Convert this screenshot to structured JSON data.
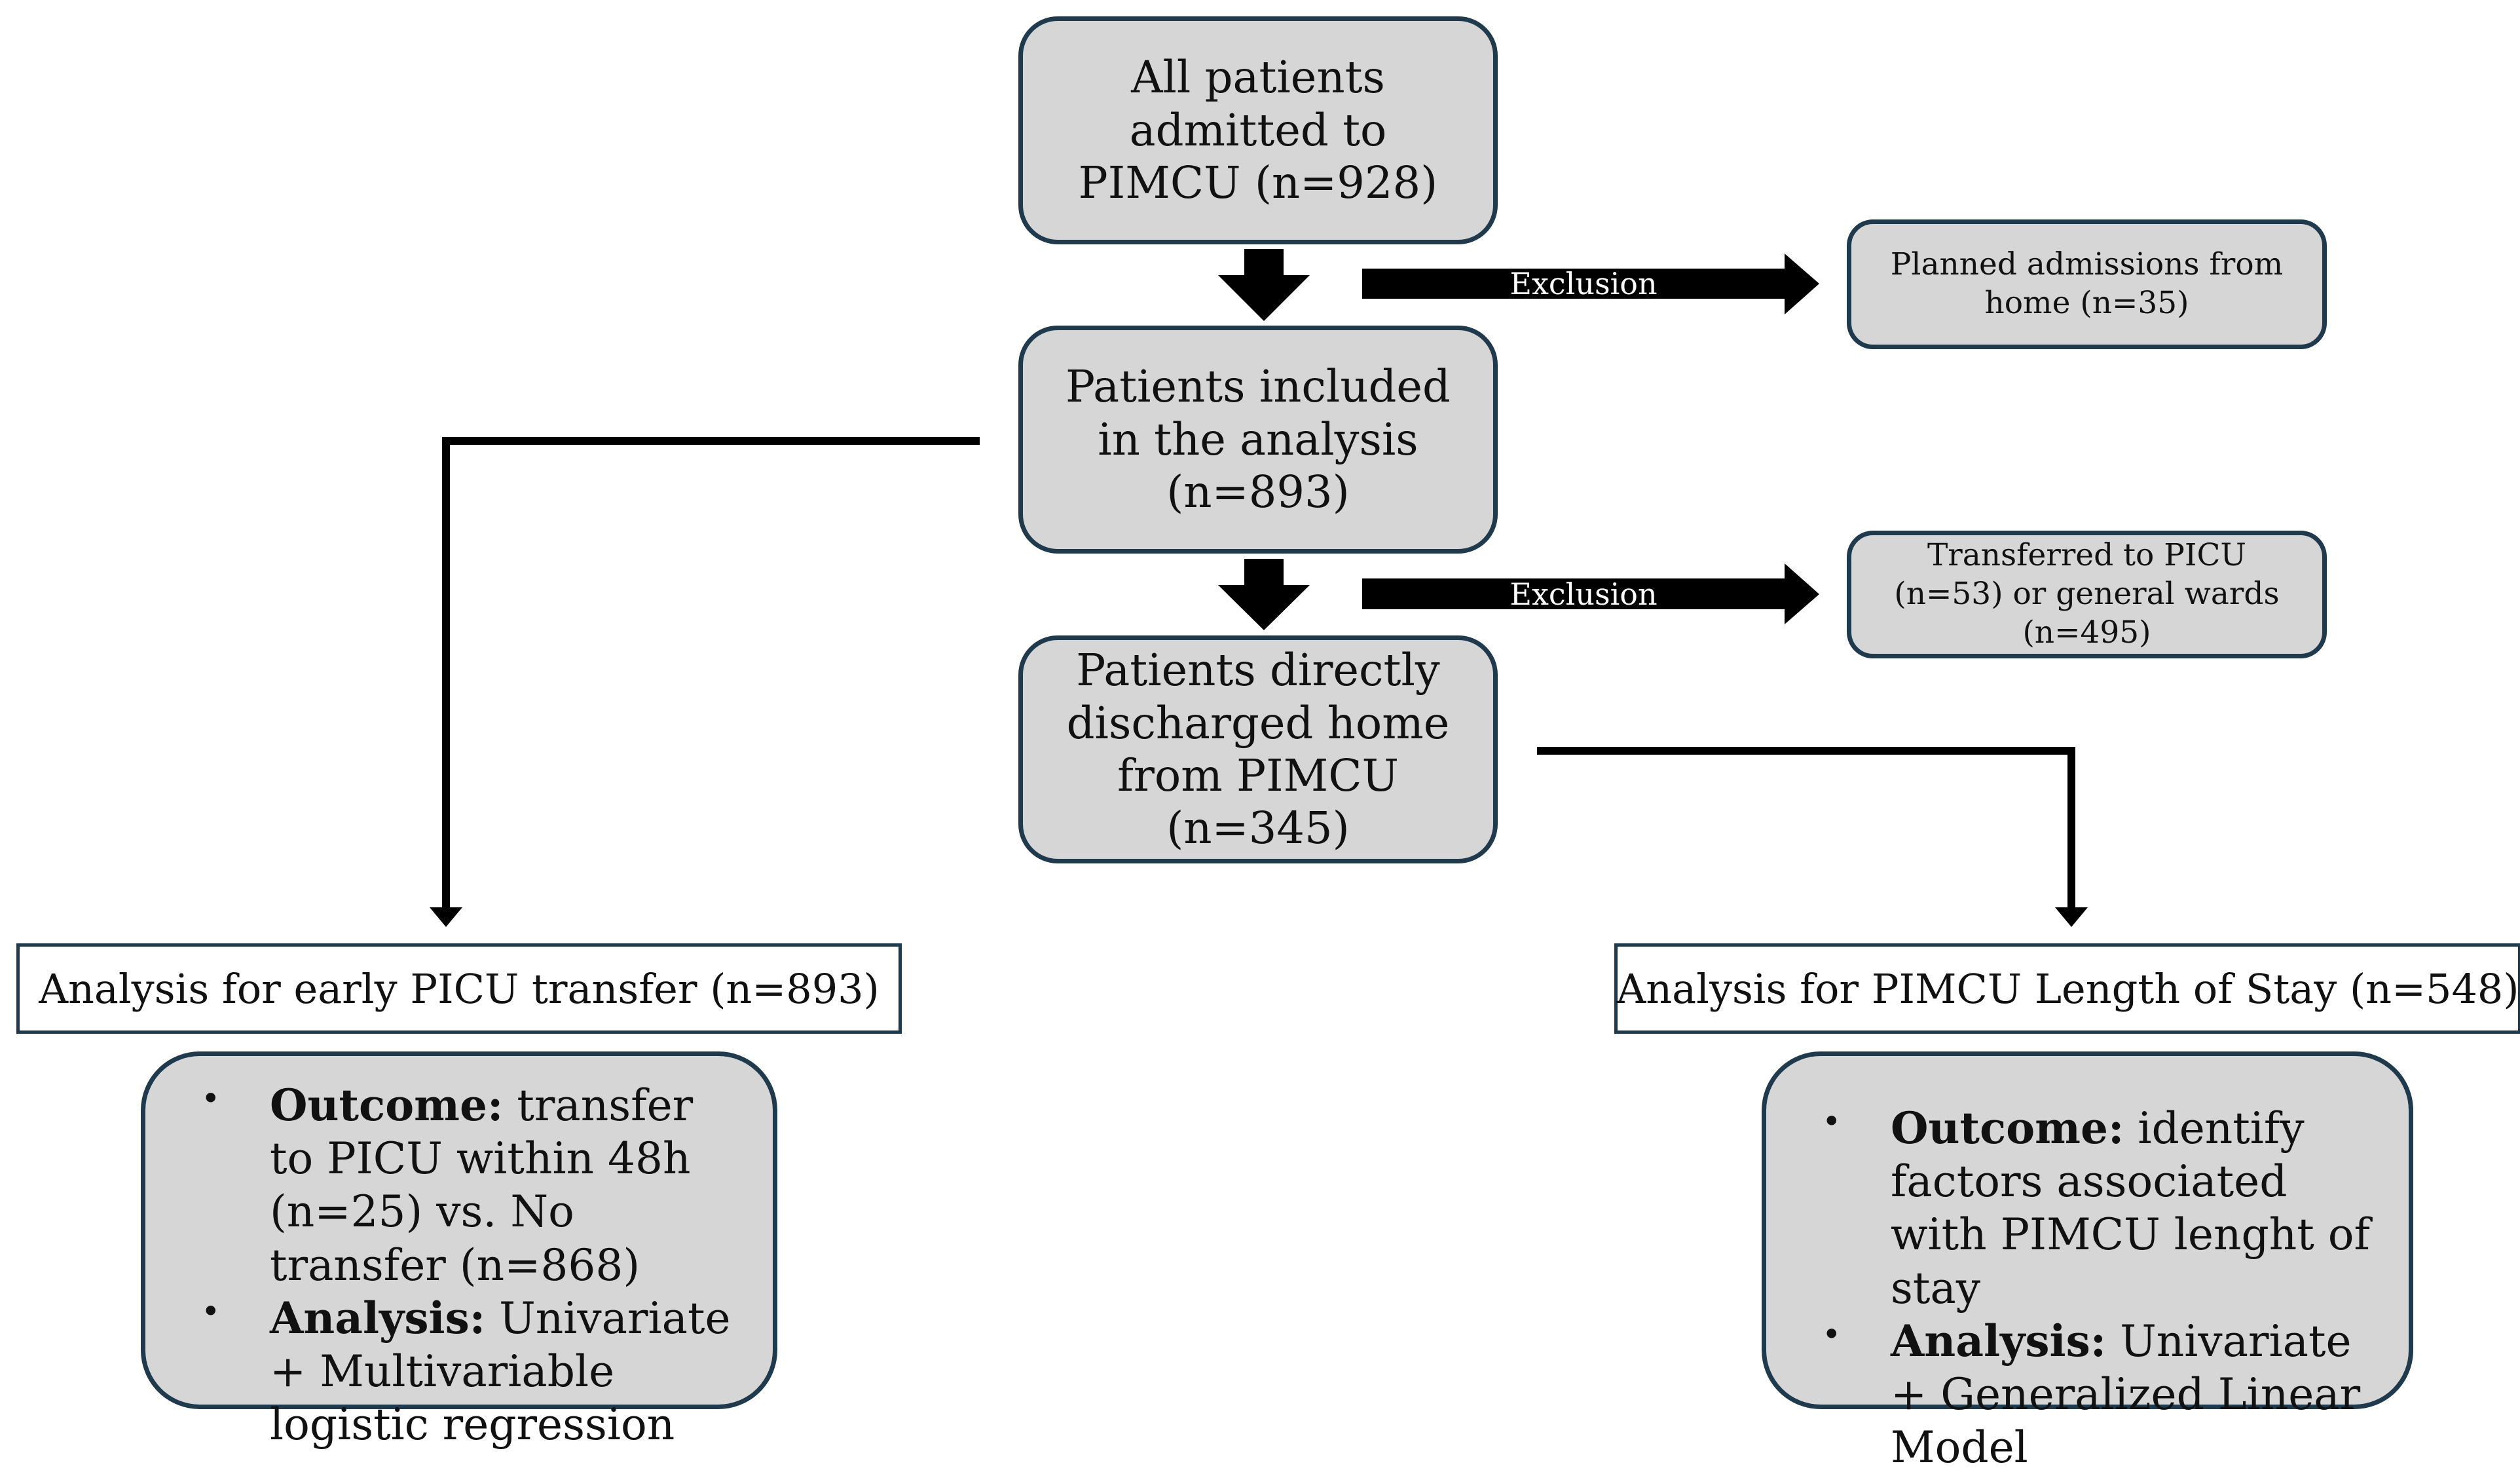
{
  "boxes": {
    "all_patients": "All patients admitted to PIMCU (n=928)",
    "included": "Patients included in the analysis (n=893)",
    "discharged": "Patients directly discharged home from PIMCU (n=345)"
  },
  "exclusions": {
    "label": "Exclusion",
    "first": "Planned admissions from home (n=35)",
    "second": "Transferred to PICU (n=53) or general wards (n=495)"
  },
  "left_branch": {
    "header": "Analysis for early PICU transfer (n=893)",
    "items": [
      {
        "bold": "Outcome:",
        "text": " transfer to PICU within 48h (n=25) vs. No transfer (n=868)"
      },
      {
        "bold": "Analysis:",
        "text": " Univariate + Multivariable logistic regression"
      }
    ]
  },
  "right_branch": {
    "header": "Analysis for PIMCU Length of Stay (n=548)",
    "items": [
      {
        "bold": "Outcome:",
        "text": " identify factors associated with PIMCU lenght of stay"
      },
      {
        "bold": "Analysis:",
        "text": " Univariate + Generalized Linear Model"
      }
    ]
  },
  "bullet_glyph": "•",
  "colors": {
    "box_fill": "#d6d6d6",
    "border": "#1f3a4d",
    "arrow": "#000000"
  }
}
